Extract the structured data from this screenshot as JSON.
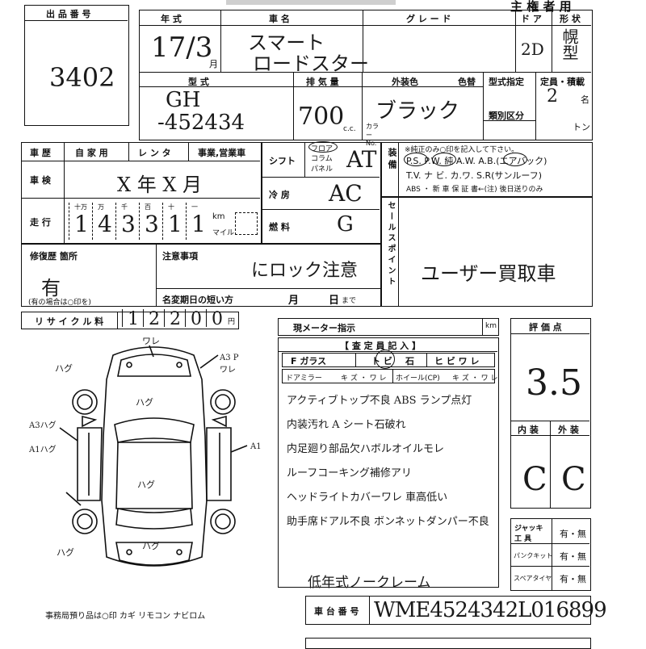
{
  "header": {
    "top_title": "主 権 者 用"
  },
  "lot": {
    "label": "出 品 番 号",
    "value": "3402"
  },
  "vehicle": {
    "year_label": "年 式",
    "year_value": "17/3",
    "month_suffix": "月",
    "name_label": "車 名",
    "name_value_1": "スマート",
    "name_value_2": "ロードスター",
    "grade_label": "グ レ ー ド",
    "doors_label": "ド ア",
    "doors_value": "2D",
    "shape_label": "形 状",
    "shape_value": "幌型",
    "model_label": "型 式",
    "model_value_1": "GH",
    "model_value_2": "-452434",
    "displacement_label": "排 気 量",
    "displacement_value": "700",
    "cc_unit": "c.c.",
    "color_label": "外装色",
    "color_value": "ブラック",
    "color_code_label": "色替",
    "color_no_label": "カラー No.",
    "type_spec_label": "型式指定",
    "class_label": "類別区分",
    "capacity_label": "定員・積載",
    "capacity_value": "2",
    "capacity_unit": "名",
    "ton_unit": "トン"
  },
  "history": {
    "label": "車 歴",
    "opt_private": "自 家 用",
    "opt_rental": "レ ン タ",
    "opt_business": "事業,営業車",
    "inspection_label": "車 検",
    "inspection_value": "X 年 X 月",
    "mileage_label": "走 行",
    "digit_units": [
      "十万",
      "万",
      "千",
      "百",
      "十",
      "一"
    ],
    "mileage_digits": [
      "1",
      "4",
      "3",
      "3",
      "1",
      "1"
    ],
    "km_unit": "km",
    "mile_unit": "マイル"
  },
  "specs": {
    "shift_label": "シフト",
    "shift_options": [
      "フロア",
      "コラム",
      "パネル"
    ],
    "shift_value": "AT",
    "ac_label": "冷 房",
    "ac_value": "AC",
    "fuel_label": "燃 料",
    "fuel_value": "G"
  },
  "equipment": {
    "label": "装 備",
    "note": "※純正のみ○印を記入して下さい。",
    "line1": "P.S.  P.W.  純 A.W.  A.B.(エアバック)",
    "line2": "T.V.  ナ ビ.  カ.ワ.  S.R(サンルーフ)",
    "line3": "ABS ・ 新 車 保 証 書←(注) 後日送りのみ"
  },
  "repair": {
    "label": "修復歴 箇所",
    "value": "有",
    "note": "(有の場合は○印を)",
    "caution_label": "注意事項",
    "caution_value": "にロック注意",
    "expiry_label": "名変期日の短い方",
    "expiry_month": "月",
    "expiry_day": "日",
    "expiry_suffix": "まで"
  },
  "sales_point": {
    "label": "セ ー ル ス ポ イ ン ト",
    "value": "ユーザー買取車"
  },
  "recycle": {
    "label": "リ サ イ ク ル 料",
    "digits": [
      "1",
      "2",
      "2",
      "0",
      "0"
    ],
    "unit": "円"
  },
  "meter": {
    "label": "現メーター指示",
    "unit": "km"
  },
  "inspector": {
    "header": "【 査 定 員 記 入 】",
    "glass_label": "F ガラス",
    "glass_options": [
      "ト ビ",
      "石",
      "ヒ ビ ワ レ"
    ],
    "mirror_label": "ドアミラー",
    "mirror_options": "キ ズ ・ ワ レ",
    "wheel_label": "ホイール(CP)",
    "wheel_options": "キ ズ ・ ワ レ",
    "notes": [
      "アクティブトップ不良  ABS ランプ点灯",
      "内装汚れ A    シート石破れ",
      "内足廻り部品欠ハボルオイルモレ",
      "ルーフコーキング補修アリ",
      "ヘッドライトカバーワレ     車高低い",
      "助手席ドアル不良  ボンネットダンパー不良"
    ],
    "frame_note": "低年式ノークレーム"
  },
  "score": {
    "label": "評 価 点",
    "value": "3.5",
    "interior_label": "内 装",
    "exterior_label": "外 装",
    "interior_value": "C",
    "exterior_value": "C"
  },
  "tools": {
    "jack_label": "ジャッキ 工 具",
    "puncture_label": "パンクキット",
    "spare_label": "スペアタイヤ",
    "option_text": "有・無"
  },
  "chassis": {
    "label": "車 台 番 号",
    "value": "WME4524342L016899"
  },
  "diagram": {
    "marks": [
      "ワレ",
      "ハグ",
      "A3 Pワレ",
      "ハグ",
      "A3ハグ",
      "A1ハグ",
      "ハグ",
      "A1",
      "ハグ",
      "ハグ"
    ],
    "footer": "事務局預り品は○印   カギ  リモコン  ナビロム"
  }
}
